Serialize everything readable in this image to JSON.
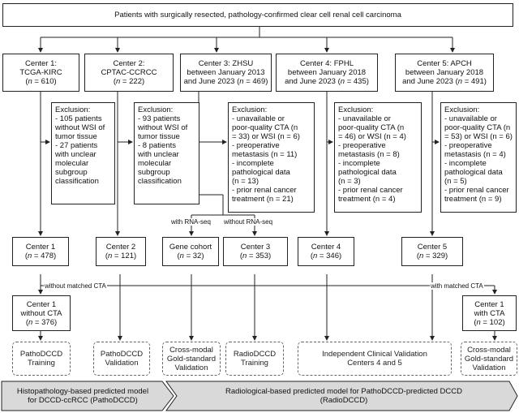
{
  "top": "Patients with surgically resected, pathology-confirmed clear cell renal cell carcinoma",
  "centers": [
    {
      "l1": "Center 1:",
      "l2": "TCGA-KIRC",
      "n": "610"
    },
    {
      "l1": "Center 2:",
      "l2": "CPTAC-CCRCC",
      "n": "222"
    },
    {
      "l1": "Center 3: ZHSU",
      "l2": "between January 2013",
      "l3": "and June 2023",
      "n": "469"
    },
    {
      "l1": "Center 4: FPHL",
      "l2": "between January 2018",
      "l3": "and June 2023",
      "n": "435"
    },
    {
      "l1": "Center 5: APCH",
      "l2": "between January 2018",
      "l3": "and June 2023",
      "n": "491"
    }
  ],
  "exclusions": [
    [
      "Exclusion:",
      "- 105 patients",
      "without WSI of",
      "tumor tissue",
      "- 27 patients",
      "with unclear",
      "molecular",
      "subgroup",
      "classification"
    ],
    [
      "Exclusion:",
      "- 93 patients",
      "without WSI of",
      "tumor tissue",
      "- 8 patients",
      "with unclear",
      "molecular",
      "subgroup",
      "classification"
    ],
    [
      "Exclusion:",
      "- unavailable or",
      "poor-quality CTA (n",
      "= 33) or WSI (n = 6)",
      "- preoperative",
      "metastasis (n = 11)",
      "- incomplete",
      "pathological data",
      "(n = 13)",
      "- prior renal cancer",
      "treatment (n = 21)"
    ],
    [
      "Exclusion:",
      "- unavailable or",
      "poor-quality CTA (n",
      "= 46) or WSI (n = 4)",
      "- preoperative",
      "metastasis (n = 8)",
      "- incomplete",
      "pathological data",
      "(n = 3)",
      "- prior renal cancer",
      "treatment (n = 4)"
    ],
    [
      "Exclusion:",
      "- unavailable or",
      "poor-quality CTA (n",
      "= 53) or WSI (n = 6)",
      "- preoperative",
      "metastasis (n = 4)",
      "- incomplete",
      "pathological data",
      "(n = 5)",
      "- prior renal cancer",
      "treatment (n = 9)"
    ]
  ],
  "labels": {
    "with_rnaseq": "with RNA-seq",
    "without_rnaseq": "without RNA-seq",
    "without_cta": "without matched CTA",
    "with_cta": "with matched CTA"
  },
  "level2": [
    {
      "l1": "Center 1",
      "n": "478"
    },
    {
      "l1": "Center 2",
      "n": "121"
    },
    {
      "l1": "Gene cohort",
      "n": "32"
    },
    {
      "l1": "Center 3",
      "n": "353"
    },
    {
      "l1": "Center 4",
      "n": "346"
    },
    {
      "l1": "Center 5",
      "n": "329"
    }
  ],
  "level3": [
    {
      "l1": "Center 1",
      "l2": "without CTA",
      "n": "376"
    },
    {
      "l1": "Center 1",
      "l2": "with CTA",
      "n": "102"
    }
  ],
  "n_prefix": "n",
  "n_eq": " = ",
  "n_open": "(",
  "n_close": ")",
  "outcomes": [
    [
      "PathoDCCD",
      "Training"
    ],
    [
      "PathoDCCD",
      "Validation"
    ],
    [
      "Cross-modal",
      "Gold-standard",
      "Validation"
    ],
    [
      "RadioDCCD",
      "Training"
    ],
    [
      "Independent Clinical Validation",
      "Centers 4 and 5"
    ],
    [
      "Cross-modal",
      "Gold-standard",
      "Validation"
    ]
  ],
  "bands": [
    [
      "Histopathology-based predicted model",
      "for DCCD-ccRCC (PathoDCCD)"
    ],
    [
      "Radiological-based  predicted model for PathoDCCD-predicted DCCD",
      "(RadioDCCD)"
    ]
  ],
  "colors": {
    "band": "#d9d9d9",
    "line": "#222222",
    "dash": "#666666"
  }
}
